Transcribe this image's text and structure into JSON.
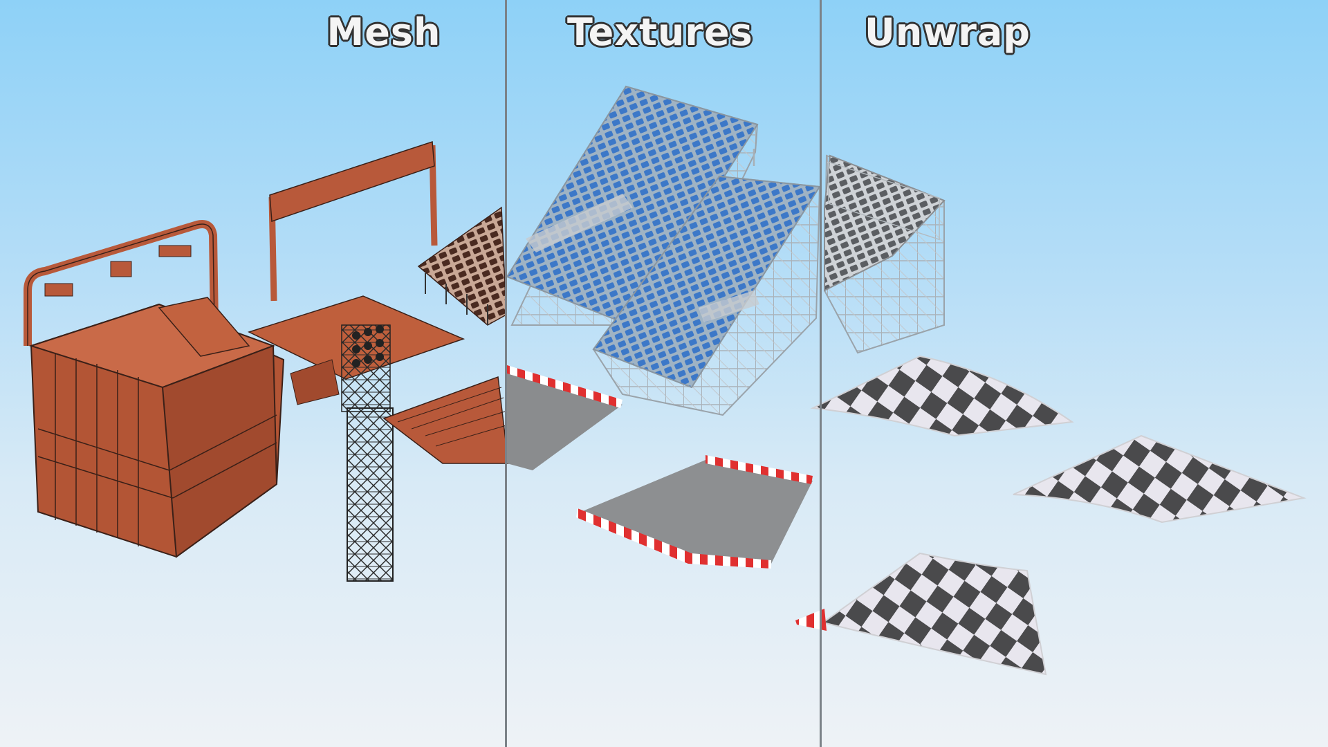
{
  "panels": [
    {
      "label": "Mesh"
    },
    {
      "label": "Textures"
    },
    {
      "label": "Unwrap"
    }
  ],
  "colors": {
    "sky_top": "#8ed1f7",
    "sky_bottom": "#eef2f6",
    "divider": "#7b8288",
    "mesh_orange": "#b8593a",
    "mesh_edge": "#3a2018",
    "seat_blue": "#3c78c8",
    "scaffold_grey": "#b9c0c6",
    "asphalt": "#8a8c8e",
    "curb_red": "#e03030",
    "checker_dark": "#4a4a4c",
    "checker_light": "#e8e6ee"
  }
}
